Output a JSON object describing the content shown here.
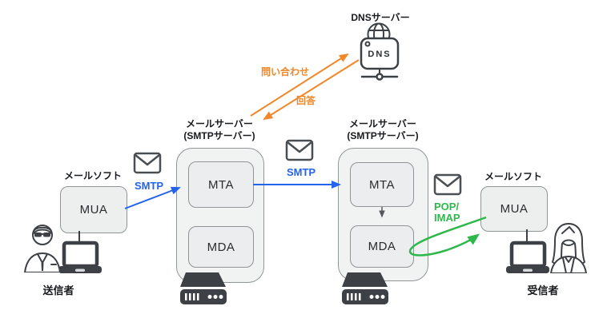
{
  "colors": {
    "smtp_blue": "#2563eb",
    "pop_imap_green": "#2eb84b",
    "dns_orange": "#f0872a",
    "icon_dark": "#3d4145",
    "arrow_gray": "#55595d",
    "env_gray": "#4a4f53",
    "box_border": "#909598",
    "outer_fill": "#f1f2f2",
    "inner_fill": "#ebedee",
    "mua_fill": "#edefef"
  },
  "dns": {
    "label": "DNSサーバー",
    "box_text": "DNS",
    "query_label": "問い合わせ",
    "reply_label": "回答"
  },
  "servers": {
    "server1": {
      "title_line1": "メールサーバー",
      "title_line2": "(SMTPサーバー)",
      "mta_label": "MTA",
      "mda_label": "MDA"
    },
    "server2": {
      "title_line1": "メールサーバー",
      "title_line2": "(SMTPサーバー)",
      "mta_label": "MTA",
      "mda_label": "MDA"
    }
  },
  "sender": {
    "software_label": "メールソフト",
    "mua_label": "MUA",
    "role_label": "送信者"
  },
  "receiver": {
    "software_label": "メールソフト",
    "mua_label": "MUA",
    "role_label": "受信者"
  },
  "protocols": {
    "smtp_1": "SMTP",
    "smtp_2": "SMTP",
    "pop_imap_line1": "POP/",
    "pop_imap_line2": "IMAP"
  }
}
